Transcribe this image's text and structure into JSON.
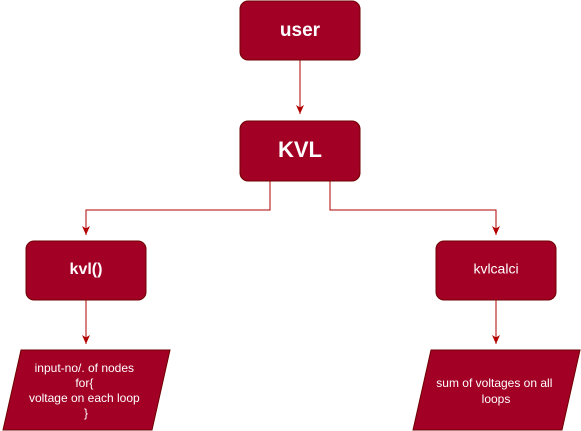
{
  "colors": {
    "node_fill": "#a20025",
    "node_stroke": "#6f0000",
    "edge": "#b20000",
    "text": "#ffffff"
  },
  "nodes": {
    "user": "user",
    "kvl": "KVL",
    "kvl_func": "kvl()",
    "kvlcalci": "kvlcalci",
    "input": [
      "input-no/. of nodes",
      "for{",
      "voltage on each loop",
      "}"
    ],
    "sum": [
      "sum of voltages on all",
      "loops"
    ]
  }
}
